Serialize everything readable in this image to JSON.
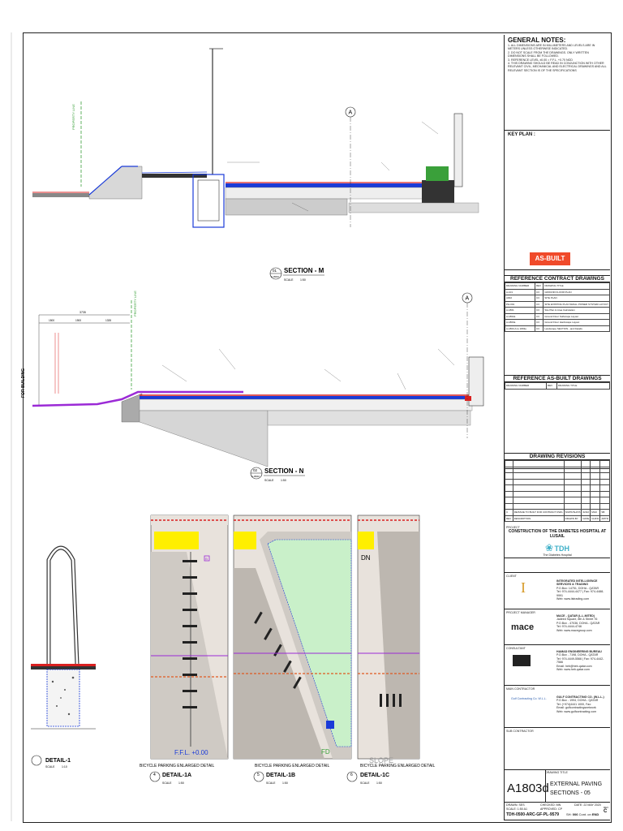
{
  "general_notes": {
    "title": "GENERAL NOTES:",
    "items": [
      "1. ALL DIMENSIONS ARE IN MILLIMETERS AND LEVELS ARE IN METERS UNLESS OTHERWISE INDICATED.",
      "2. DO NOT SCALE FROM THE DRAWINGS. ONLY WRITTEN DIMENSIONS SHALL BE FOLLOWED.",
      "3. REFERENCE LEVEL ±0.00 = F.F.L. +0.70 NGD",
      "4. THIS DRAWING SHOULD BE READ IN CONJUNCTION WITH OTHER RELEVANT CIVIL, MECHANICAL AND ELECTRICAL DRAWINGS AND ALL RELEVANT SECTION IS OF THE SPECIFICATIONS"
    ]
  },
  "key_plan": {
    "title": "KEY PLAN :"
  },
  "as_built": "AS-BUILT",
  "reference_contract": {
    "title": "REFERENCE CONTRACT DRAWINGS",
    "headers": [
      "DRAWING NUMBER",
      "REV",
      "DRAWING TITLE"
    ],
    "rows": [
      [
        "A-101",
        "C3",
        "GROUND FLOOR PLAN"
      ],
      [
        "A002",
        "C3",
        "SITE PLAN"
      ],
      [
        "PH-001",
        "C3",
        "SITE EXISTING PLAN SMALL POWER SYSTEM LAYOUT"
      ],
      [
        "A-1801",
        "C3",
        "Site Plan & Area Calculation"
      ],
      [
        "A-1802a",
        "C3",
        "Ground Floor Softscape Layout"
      ],
      [
        "A-1803a",
        "C3",
        "Ground Floor Hardscape Layout"
      ],
      [
        "A-1803-A to 1803e",
        "C3",
        "Landscape SECTION - and Details"
      ]
    ]
  },
  "reference_asbuilt": {
    "title": "REFERENCE AS-BUILT DRAWINGS",
    "headers": [
      "DRAWING NUMBER",
      "REV",
      "DRAWING TITLE"
    ]
  },
  "revisions": {
    "title": "DRAWING  REVISIONS",
    "row1": [
      "C",
      "REISSUE TO BUILT FOR CONTRACT DWG",
      "SN/PK/SH/VS",
      "02/22",
      "MGK",
      "SB"
    ],
    "headers": [
      "REV.",
      "DESCRIPTION",
      "DRAWN BY",
      "DATE",
      "CHK'D",
      "APP'D"
    ]
  },
  "project": {
    "label": "PROJECT",
    "name": "CONSTRUCTION OF THE DIABETES HOSPITAL AT LUSAIL",
    "logo_text": "TDH",
    "logo_sub": "The Diabetes Hospital"
  },
  "client": {
    "label": "CLIENT",
    "name": "INTEGRATED INTELLIGENCE SERVICES & TRADING",
    "addr": "P.O.Box: 14751, DOHA - QATAR",
    "tel": "Tel: 974-4444-4477 | Fax: 974-4488-9991",
    "web": "Web: www.iistrading.com"
  },
  "pm": {
    "label": "PROJECT MANAGER",
    "logo": "mace",
    "name": "MACE - QATAR (L.L.MITED)",
    "addr1": "Jadeed Square, 8th & Street 76",
    "addr2": "P.O.Box - 47036, DOHA - QATAR",
    "tel": "Tel: 974-4444-4746",
    "web": "Web: www.macegroup.com"
  },
  "consultant": {
    "label": "CONSULTANT",
    "name": "HAMAD ENGINEERING BUREAU",
    "addr": "P.O.Box - 7198, DOHA - QATAR",
    "tel": "Tel: 974-4449-5566 | Fax: 974-4442-7566",
    "email": "Email: heb@heb-qatar.com",
    "web": "Web: www.heb-qatar.com"
  },
  "contractor": {
    "label": "MAIN CONTRACTOR",
    "name": "GULF CONTRACTING CO. (W.L.L.)",
    "addr": "P.O.Box - 1994, DOHA - QATAR",
    "tel": "Tel: (+974)4441 1000, Fax:",
    "email": "Email: gulfcontractingsnetwork",
    "web": "Web: www.gulfcontracting.com",
    "logo_text": "Gulf Contracting Co. W.L.L."
  },
  "subcontractor": {
    "label": "SUB CONTRACTOR"
  },
  "drawing": {
    "label": "DRAWING TITLE",
    "number": "A1803d",
    "title1": "EXTERNAL PAVING",
    "title2": "SECTIONS - 05",
    "drawn": "DRAWN:",
    "drawn_val": "SES",
    "checked": "CHECKED:",
    "checked_val": "MN",
    "date": "DATE:",
    "date_val": "22 MAY 2020",
    "scale": "SCALE:",
    "scale_val": "1:50 A1",
    "approved": "APPROVED:",
    "approved_val": "CP",
    "sheet_no": "TDH-0500-ARC-GF-PL-9579",
    "sh": "SH:",
    "sh_val": "006",
    "cont": "Cont. on",
    "cont_val": "END",
    "rev": "REV",
    "rev_val": "C"
  },
  "sections": {
    "m": {
      "no": "01",
      "ref": "A-1803d",
      "title": "SECTION - M",
      "scale": "SCALE",
      "scale_val": "1:50"
    },
    "n": {
      "no": "02",
      "ref": "A-1803d",
      "title": "SECTION - N",
      "scale": "SCALE",
      "scale_val": "1:50"
    },
    "d1": {
      "title": "DETAIL-1",
      "scale": "SCALE",
      "scale_val": "1:10"
    },
    "d1a": {
      "no": "4",
      "title_top": "BICYCLE PARKING ENLARGED DETAIL",
      "title": "DETAIL-1A",
      "scale": "SCALE",
      "scale_val": "1:50"
    },
    "d1b": {
      "no": "5",
      "title_top": "BICYCLE PARKING ENLARGED DETAIL",
      "title": "DETAIL-1B",
      "scale": "SCALE",
      "scale_val": "1:50"
    },
    "d1c": {
      "no": "6",
      "title_top": "BICYCLE PARKING ENLARGED DETAIL",
      "title": "DETAIL-1C",
      "scale": "SCALE",
      "scale_val": "1:50"
    }
  },
  "annotations": {
    "property_line": "PROPERTY LINE",
    "property_line2": "PROPERTY LINE",
    "grid_a": "A",
    "for_building": "FOR BUILDING",
    "ffl": "F.F.L.  +0.00",
    "fd": "FD",
    "dn": "DN",
    "slope": "SLOPE",
    "dim_top": "3735",
    "dim_a": "1500",
    "dim_b": "1900",
    "dim_c": "1335",
    "bike": "B"
  },
  "colors": {
    "red": "#d92020",
    "blue": "#1a3bd8",
    "green": "#3aa03a",
    "purple": "#9b2ad6",
    "yellow": "#ffef00",
    "orange": "#e05a20",
    "light_green": "#c9f0c9"
  }
}
